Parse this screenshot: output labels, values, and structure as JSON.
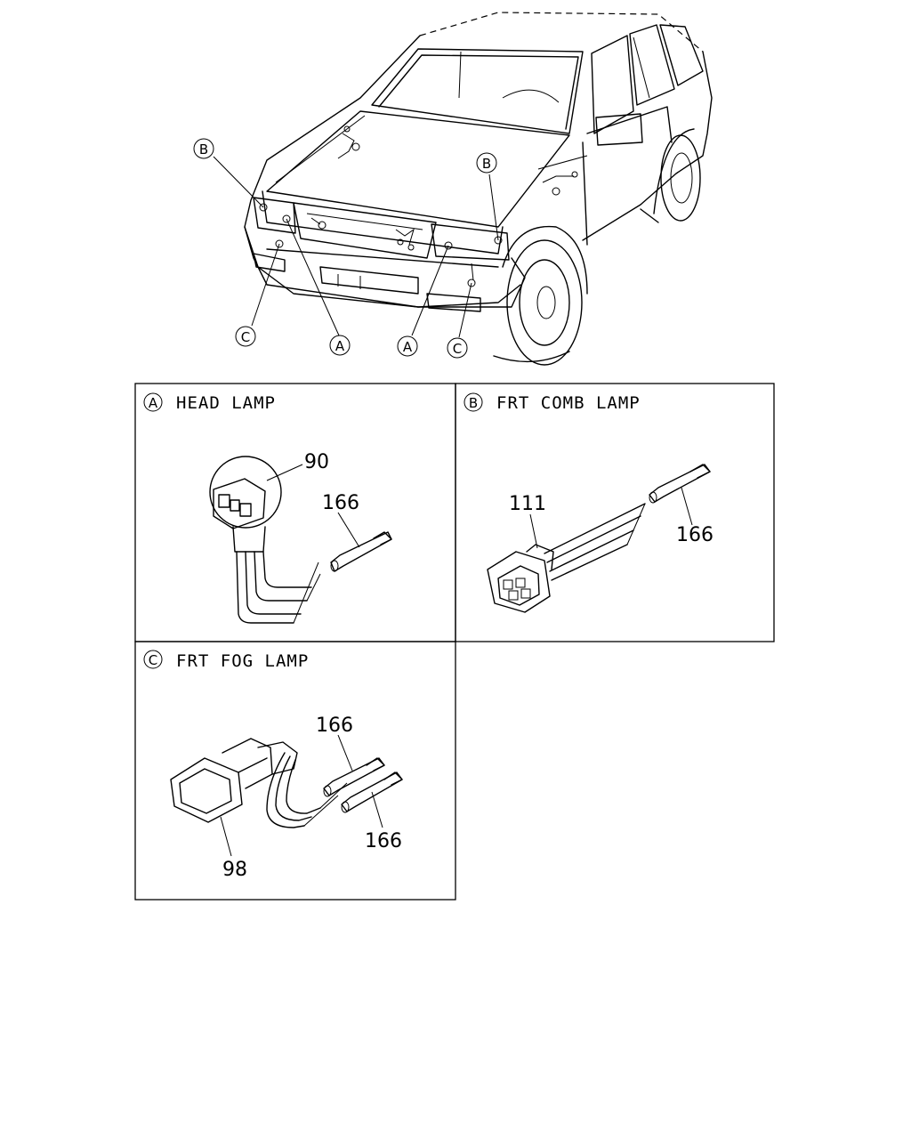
{
  "callouts": {
    "a": "A",
    "b": "B",
    "c": "C"
  },
  "panels": {
    "head_lamp": {
      "letter": "A",
      "title": "HEAD LAMP",
      "parts": [
        "90",
        "166"
      ]
    },
    "frt_comb_lamp": {
      "letter": "B",
      "title": "FRT COMB LAMP",
      "parts": [
        "111",
        "166"
      ]
    },
    "frt_fog_lamp": {
      "letter": "C",
      "title": "FRT FOG LAMP",
      "parts": [
        "166",
        "166",
        "98"
      ]
    }
  }
}
